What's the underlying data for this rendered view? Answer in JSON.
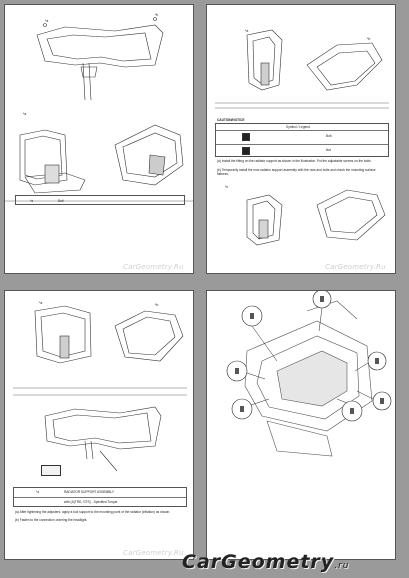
{
  "pages": {
    "p1": {
      "step_a": "*a",
      "step_b": "*b",
      "table_col1": "*a",
      "table_col2": "Bolt"
    },
    "p2": {
      "step_a": "*a",
      "step_b": "*b",
      "heading": "CAUTION/NOTICE",
      "table_header": "Symbol / Legend",
      "rows": [
        "Bolt",
        "Nut"
      ],
      "note_1": "(a) Install the fitting on the radiator support as shown in the illustration. Put the adjustable screws on the bolts.",
      "note_2": "(b) Temporarily install the new radiator support assembly with the nuts and bolts and check the mounting surface flatness.",
      "step_c": "*c"
    },
    "p3": {
      "step_a": "*a",
      "step_b": "*b",
      "table_col1": "*a",
      "table_title": "RADIATOR SUPPORT ASSEMBLY",
      "table_sub": "with (A)TRD, GTS) - Specified Torque",
      "note_1": "(a) After tightening the adjusters, apply a tool support to the mounting point of the radiator (inflation) as shown.",
      "note_2": "(b) Fasten to the connection ordering the headlight."
    }
  },
  "watermarks": {
    "small": "CarGeometry.Ru",
    "large": "CarGeometry",
    "large_suffix": ".ru"
  }
}
